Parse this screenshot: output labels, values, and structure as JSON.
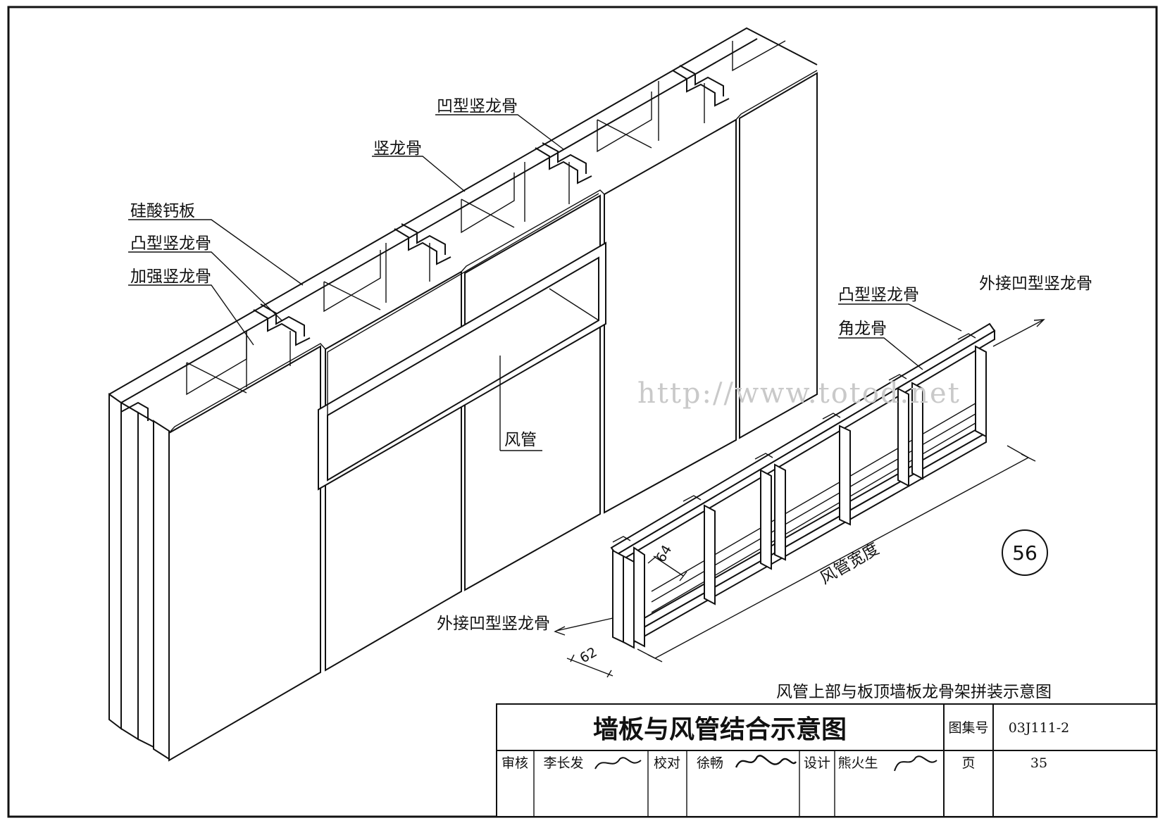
{
  "labels": {
    "ao_stud_top": "凹型竖龙骨",
    "stud": "竖龙骨",
    "calcium_silicate_board": "硅酸钙板",
    "tu_stud": "凸型竖龙骨",
    "reinforced_stud": "加强竖龙骨",
    "duct": "风管",
    "frame_tu_stud": "凸型竖龙骨",
    "external_ao_stud_right": "外接凹型竖龙骨",
    "corner_stud": "角龙骨",
    "duct_width": "风管宽度",
    "dim_64": "64",
    "dim_62": "62",
    "external_ao_stud_left": "外接凹型竖龙骨",
    "detail_caption": "风管上部与板顶墙板龙骨架拼装示意图",
    "detail_number": "56"
  },
  "watermark": "http://www.totod.net",
  "title_block": {
    "title": "墙板与风管结合示意图",
    "atlas_label": "图集号",
    "atlas_value": "03J111-2",
    "review_label": "审核",
    "review_name": "李长发",
    "check_label": "校对",
    "check_name": "徐畅",
    "design_label": "设计",
    "design_name": "熊火生",
    "page_label": "页",
    "page_value": "35"
  }
}
